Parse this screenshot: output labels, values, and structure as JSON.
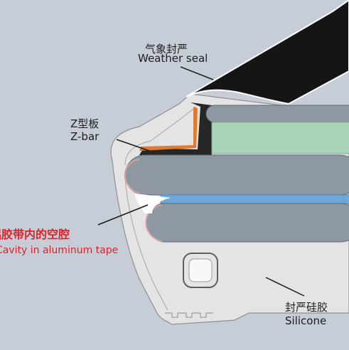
{
  "labels": {
    "weather_seal_cn": "气象封严",
    "weather_seal_en": "Weather seal",
    "zbar_cn": "Z型板",
    "zbar_en": "Z-bar",
    "cavity_cn": "铝胶带内的空腔",
    "cavity_en": "Cavity in aluminum tape",
    "silicone_cn": "封严硅胶",
    "silicone_en": "Silicone"
  },
  "colors": {
    "background": "#c6cdd6",
    "silicone_body": "#e4e4e4",
    "glass_pane": "#8d98a2",
    "interlayer_green": "#a9d4ba",
    "interlayer_blue": "#6fa9d8",
    "weather_seal": "#151515",
    "z_bar_orange": "#e07a2e",
    "cavity_tape": "#d8a0a0",
    "highlight_red": "#d8252b"
  }
}
